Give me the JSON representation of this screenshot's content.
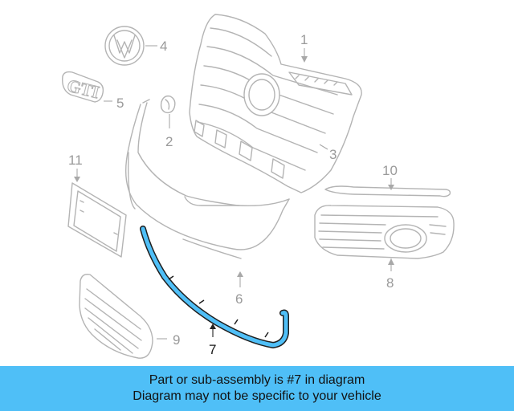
{
  "callouts": {
    "c1": "1",
    "c2": "2",
    "c3": "3",
    "c4": "4",
    "c5": "5",
    "c6": "6",
    "c7": "7",
    "c8": "8",
    "c9": "9",
    "c10": "10",
    "c11": "11"
  },
  "emblem_text": "GTI",
  "highlight_color": "#4fbff7",
  "banner": {
    "line1": "Part or sub-assembly is #7 in diagram",
    "line2": "Diagram may not be specific to your vehicle"
  }
}
